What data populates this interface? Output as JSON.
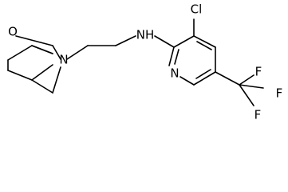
{
  "molecule": {
    "atoms": {
      "morpholine_o": "O",
      "morpholine_n": "N",
      "amine_nh": "NH",
      "chloro": "Cl",
      "pyridine_n": "N",
      "f_top": "F",
      "f_right": "F",
      "f_bottom": "F"
    }
  }
}
